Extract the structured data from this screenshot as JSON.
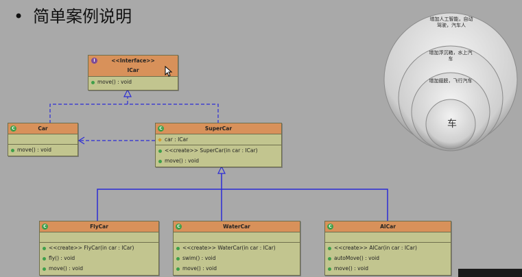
{
  "slide": {
    "bullet": "•",
    "title": "简单案例说明"
  },
  "classes": {
    "icar": {
      "stereotype": "<<Interface>>",
      "name": "ICar",
      "methods": [
        "move() : void"
      ]
    },
    "car": {
      "name": "Car",
      "methods": [
        "move() : void"
      ]
    },
    "supercar": {
      "name": "SuperCar",
      "fields": [
        "car : ICar"
      ],
      "methods": [
        "<<create>> SuperCar(in car : ICar)",
        "move() : void"
      ]
    },
    "flycar": {
      "name": "FlyCar",
      "methods": [
        "<<create>> FlyCar(in car : ICar)",
        "fly() : void",
        "move() : void"
      ]
    },
    "watercar": {
      "name": "WaterCar",
      "methods": [
        "<<create>> WaterCar(in car : ICar)",
        "swim() : void",
        "move() : void"
      ]
    },
    "aicar": {
      "name": "AICar",
      "methods": [
        "<<create>> AICar(in car : ICar)",
        "autoMove() : void",
        "move() : void"
      ]
    }
  },
  "icons": {
    "class": "C",
    "interface": "I"
  },
  "circles": {
    "outer": "增加人工智能，自动驾驶，汽车人",
    "second": "增加浮沉箱，水上汽车",
    "third": "增加翅膀，飞行汽车",
    "core": "车"
  },
  "colors": {
    "header": "#d8915a",
    "body": "#c2c58f",
    "line": "#2b2bd6",
    "background": "#a9a9a9"
  }
}
